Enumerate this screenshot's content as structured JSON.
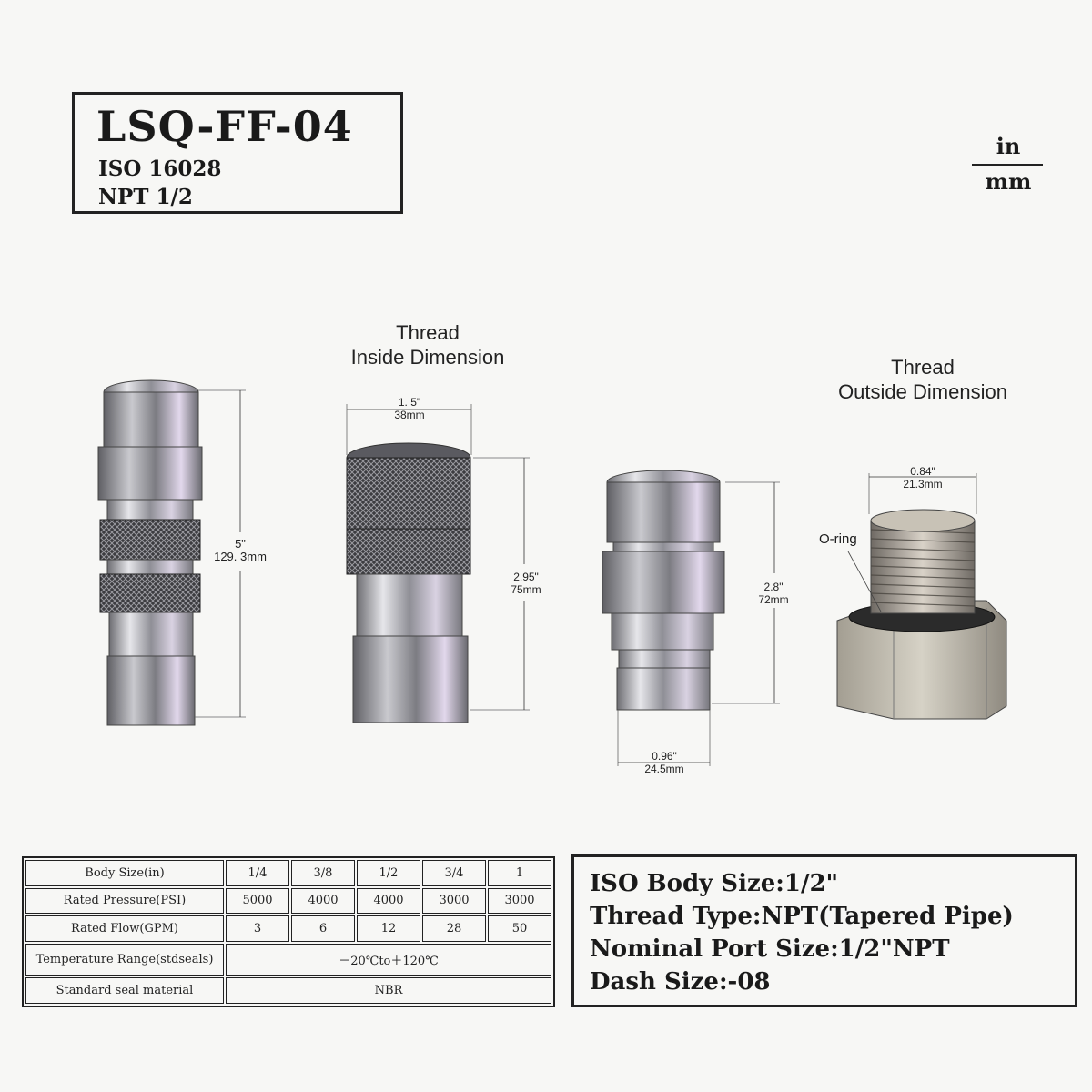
{
  "header": {
    "model": "LSQ-FF-04",
    "standard": "ISO 16028",
    "thread": "NPT 1/2"
  },
  "units": {
    "top": "in",
    "bottom": "mm"
  },
  "drawing": {
    "inside_label": [
      "Thread",
      "Inside Dimension"
    ],
    "outside_label": [
      "Thread",
      "Outside Dimension"
    ],
    "oring_label": "O-ring",
    "dims": {
      "coupler_length": [
        "5\"",
        "129. 3mm"
      ],
      "female_width": [
        "1. 5\"",
        "38mm"
      ],
      "female_height": [
        "2.95\"",
        "75mm"
      ],
      "male_height": [
        "2.8\"",
        "72mm"
      ],
      "male_width": [
        "0.96\"",
        "24.5mm"
      ],
      "thread_od": [
        "0.84\"",
        "21.3mm"
      ]
    }
  },
  "table": {
    "rows": [
      {
        "label": "Body Size(in)",
        "cells": [
          "1/4",
          "3/8",
          "1/2",
          "3/4",
          "1"
        ]
      },
      {
        "label": "Rated Pressure(PSI)",
        "cells": [
          "5000",
          "4000",
          "4000",
          "3000",
          "3000"
        ]
      },
      {
        "label": "Rated Flow(GPM)",
        "cells": [
          "3",
          "6",
          "12",
          "28",
          "50"
        ]
      },
      {
        "label": "Temperature Range(stdseals)",
        "span": "－20℃to＋120℃"
      },
      {
        "label": "Standard seal material",
        "span": "NBR"
      }
    ]
  },
  "summary": [
    "ISO Body Size:1/2\"",
    "Thread Type:NPT(Tapered Pipe)",
    "Nominal Port Size:1/2\"NPT",
    "Dash Size:-08"
  ]
}
